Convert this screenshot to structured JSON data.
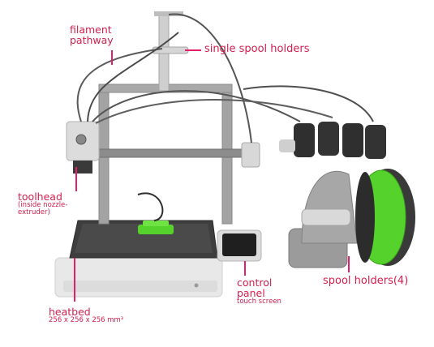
{
  "colors": {
    "label": "#d21f4e",
    "leader": "#e0206a",
    "frame": "#9a9a9a",
    "filament": "#55d22b",
    "base": "#e6e6e6",
    "dark": "#2a2a2a"
  },
  "labels": {
    "filament_pathway": {
      "line1": "filament",
      "line2": "pathway"
    },
    "single_spool_holders": {
      "text": "single spool holders"
    },
    "toolhead": {
      "line1": "toolhead",
      "line2": "(inside nozzle-",
      "line3": "extruder)"
    },
    "heatbed": {
      "line1": "heatbed",
      "line2": "256 x 256 x 256 mm³"
    },
    "control_panel": {
      "line1": "control",
      "line2": "panel",
      "line3": "touch screen"
    },
    "spool_holders": {
      "text": "spool holders(4)"
    }
  }
}
